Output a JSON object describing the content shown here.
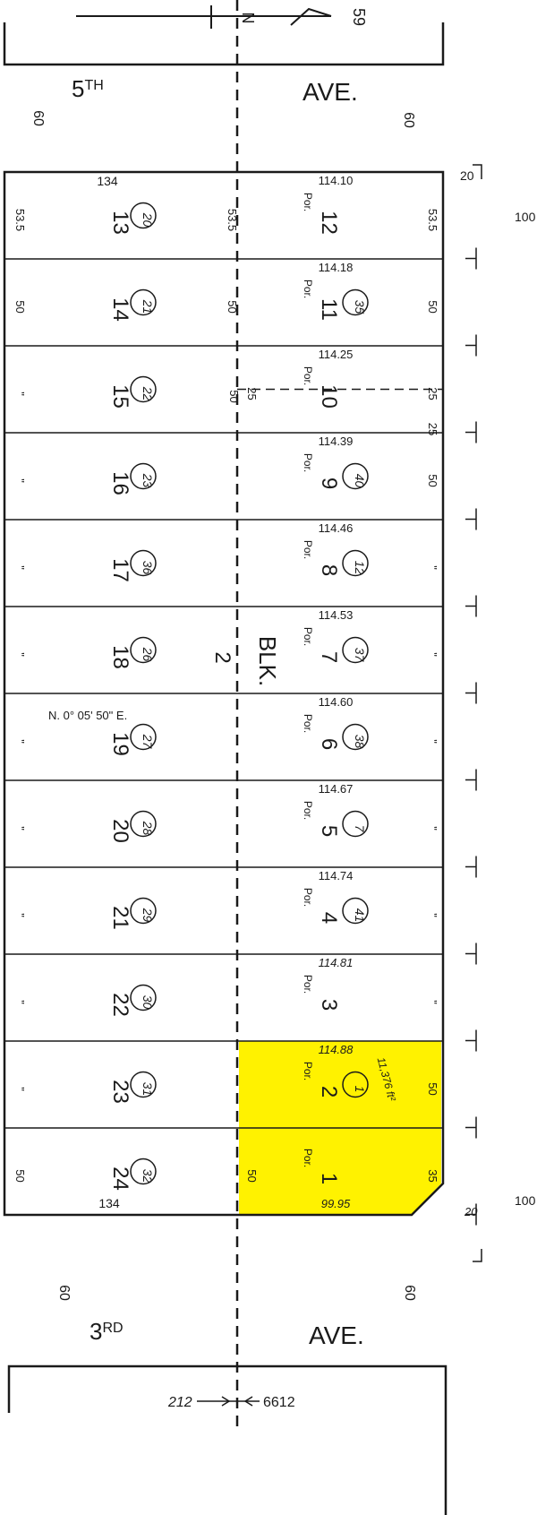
{
  "map": {
    "north_arrow": {
      "label": "N",
      "sheet_number": "59"
    },
    "streets": {
      "top": {
        "number": "5",
        "suffix": "TH",
        "word": "AVE.",
        "width_left": "60",
        "width_right": "60"
      },
      "bottom": {
        "number": "3",
        "suffix": "RD",
        "word": "AVE.",
        "width_left": "60",
        "width_right": "60"
      }
    },
    "block": {
      "word": "BLK.",
      "number": "2"
    },
    "bearing": "N. 0° 05' 50\" E.",
    "west_column": {
      "depth_top": "134",
      "depth_bottom": "134",
      "lots": [
        {
          "lot": "13",
          "parcel": "20",
          "frontage_left": "53.5",
          "frontage_right": "53.5"
        },
        {
          "lot": "14",
          "parcel": "21",
          "frontage_left": "50",
          "frontage_right": "50"
        },
        {
          "lot": "15",
          "parcel": "22",
          "frontage_left": "\"",
          "frontage_right": ""
        },
        {
          "lot": "16",
          "parcel": "23",
          "frontage_left": "\"",
          "frontage_right": ""
        },
        {
          "lot": "17",
          "parcel": "36",
          "frontage_left": "\"",
          "frontage_right": ""
        },
        {
          "lot": "18",
          "parcel": "26",
          "frontage_left": "\"",
          "frontage_right": ""
        },
        {
          "lot": "19",
          "parcel": "27",
          "frontage_left": "\"",
          "frontage_right": ""
        },
        {
          "lot": "20",
          "parcel": "28",
          "frontage_left": "\"",
          "frontage_right": ""
        },
        {
          "lot": "21",
          "parcel": "29",
          "frontage_left": "\"",
          "frontage_right": ""
        },
        {
          "lot": "22",
          "parcel": "30",
          "frontage_left": "\"",
          "frontage_right": ""
        },
        {
          "lot": "23",
          "parcel": "31",
          "frontage_left": "\"",
          "frontage_right": ""
        },
        {
          "lot": "24",
          "parcel": "32",
          "frontage_left": "50",
          "frontage_right": ""
        }
      ]
    },
    "east_column": {
      "portion_label": "Por.",
      "depths": [
        "114.10",
        "114.18",
        "114.25",
        "114.39",
        "114.46",
        "114.53",
        "114.60",
        "114.67",
        "114.74",
        "114.81",
        "114.88",
        "99.95"
      ],
      "lots": [
        {
          "lot": "12",
          "parcel": "",
          "frontage_right": "53.5",
          "frontage_left": ""
        },
        {
          "lot": "11",
          "parcel": "35",
          "frontage_right": "50",
          "frontage_left": ""
        },
        {
          "lot": "10",
          "parcel": "",
          "frontage_right": "25",
          "frontage_left": "25",
          "frontage_right_2": "25",
          "split_note": "50"
        },
        {
          "lot": "9",
          "parcel": "40",
          "frontage_right": "50",
          "frontage_left": ""
        },
        {
          "lot": "8",
          "parcel": "12",
          "frontage_right": "\"",
          "frontage_left": ""
        },
        {
          "lot": "7",
          "parcel": "37",
          "frontage_right": "\"",
          "frontage_left": ""
        },
        {
          "lot": "6",
          "parcel": "38",
          "frontage_right": "\"",
          "frontage_left": ""
        },
        {
          "lot": "5",
          "parcel": "7",
          "frontage_right": "\"",
          "frontage_left": ""
        },
        {
          "lot": "4",
          "parcel": "41",
          "frontage_right": "\"",
          "frontage_left": ""
        },
        {
          "lot": "3",
          "parcel": "",
          "frontage_right": "\"",
          "frontage_left": ""
        },
        {
          "lot": "2",
          "parcel": "1",
          "frontage_right": "50",
          "frontage_left": "",
          "area": "11,376 ft²"
        },
        {
          "lot": "1",
          "parcel": "",
          "frontage_right": "35",
          "frontage_left": "50"
        }
      ]
    },
    "alley": {
      "top_width": "20",
      "bottom_width": "20",
      "length_top": "100",
      "length_bottom": "100"
    },
    "adjoining": {
      "left": "212",
      "right": "6612"
    },
    "highlight_color": "#fff200"
  }
}
